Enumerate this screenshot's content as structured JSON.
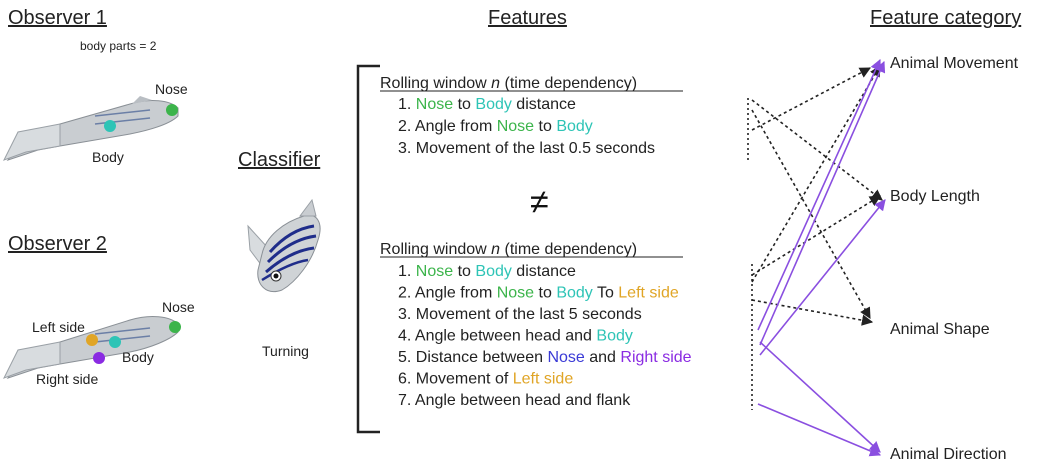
{
  "headers": {
    "observer1": "Observer 1",
    "observer2": "Observer 2",
    "features": "Features",
    "feature_category": "Feature category",
    "classifier": "Classifier"
  },
  "observer1": {
    "body_parts": "body parts = 2",
    "nose": "Nose",
    "body": "Body"
  },
  "observer2": {
    "nose": "Nose",
    "body": "Body",
    "left_side": "Left side",
    "right_side": "Right side"
  },
  "classifier": {
    "behavior": "Turning"
  },
  "not_equal": "≠",
  "feature_set_1": {
    "title_pre": "Rolling window ",
    "title_var": "n",
    "title_post": " (time dependency)",
    "items": [
      {
        "num": "1.",
        "parts": [
          {
            "t": "Nose",
            "c": "green"
          },
          {
            "t": " to ",
            "c": "black"
          },
          {
            "t": "Body",
            "c": "teal"
          },
          {
            "t": " distance",
            "c": "black"
          }
        ]
      },
      {
        "num": "2.",
        "parts": [
          {
            "t": "Angle from ",
            "c": "black"
          },
          {
            "t": "Nose",
            "c": "green"
          },
          {
            "t": " to ",
            "c": "black"
          },
          {
            "t": "Body",
            "c": "teal"
          }
        ]
      },
      {
        "num": "3.",
        "parts": [
          {
            "t": "Movement of the last 0.5 seconds",
            "c": "black"
          }
        ]
      }
    ]
  },
  "feature_set_2": {
    "title_pre": "Rolling window ",
    "title_var": "n",
    "title_post": " (time dependency)",
    "items": [
      {
        "num": "1.",
        "parts": [
          {
            "t": "Nose",
            "c": "green"
          },
          {
            "t": " to ",
            "c": "black"
          },
          {
            "t": "Body",
            "c": "teal"
          },
          {
            "t": " distance",
            "c": "black"
          }
        ]
      },
      {
        "num": "2.",
        "parts": [
          {
            "t": "Angle from ",
            "c": "black"
          },
          {
            "t": "Nose",
            "c": "green"
          },
          {
            "t": " to ",
            "c": "black"
          },
          {
            "t": "Body",
            "c": "teal"
          },
          {
            "t": " To ",
            "c": "black"
          },
          {
            "t": "Left side",
            "c": "orange"
          }
        ]
      },
      {
        "num": "3.",
        "parts": [
          {
            "t": "Movement of the last 5 seconds",
            "c": "black"
          }
        ]
      },
      {
        "num": "4.",
        "parts": [
          {
            "t": " Angle between head and ",
            "c": "black"
          },
          {
            "t": "Body",
            "c": "teal"
          }
        ]
      },
      {
        "num": "5.",
        "parts": [
          {
            "t": "Distance between ",
            "c": "black"
          },
          {
            "t": "Nose",
            "c": "blue"
          },
          {
            "t": " and ",
            "c": "black"
          },
          {
            "t": "Right side",
            "c": "purple"
          }
        ]
      },
      {
        "num": "6.",
        "parts": [
          {
            "t": "Movement of ",
            "c": "black"
          },
          {
            "t": "Left side",
            "c": "orange"
          }
        ]
      },
      {
        "num": "7.",
        "parts": [
          {
            "t": "Angle between head and flank",
            "c": "black"
          }
        ]
      }
    ]
  },
  "categories": [
    "Animal Movement",
    "Body Length",
    "Animal Shape",
    "Animal Direction"
  ],
  "colors": {
    "black": "#222222",
    "green": "#3cb44b",
    "teal": "#2ec4b6",
    "orange": "#e0a526",
    "blue": "#3a3ad6",
    "purple": "#8a2be2",
    "arrow_dotted": "#222222",
    "arrow_purple": "#8a4fe0"
  }
}
